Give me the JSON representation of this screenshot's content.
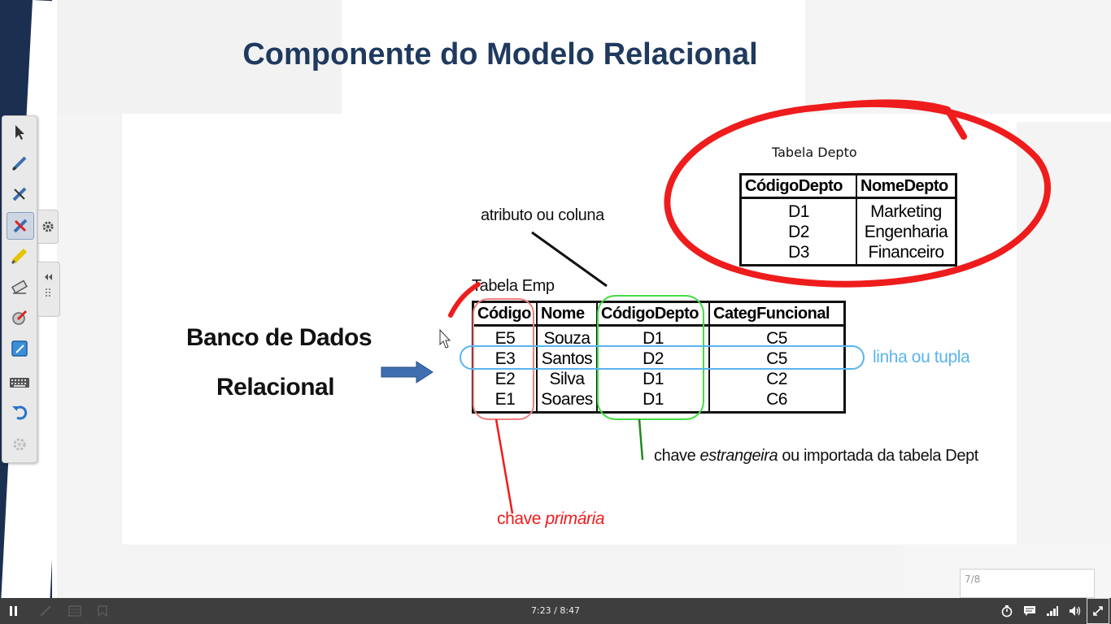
{
  "slide": {
    "title": "Componente do Modelo Relacional",
    "left_label_line1": "Banco de Dados",
    "left_label_line2": "Relacional",
    "attr_label": "atributo ou coluna",
    "emp_table_title": "Tabela Emp",
    "depto_table_title": "Tabela Depto",
    "row_label": "linha ou tupla",
    "fk_label_pre": "chave ",
    "fk_label_em": "estrangeira",
    "fk_label_post": " ou importada da tabela Dept",
    "pk_label_pre": "chave ",
    "pk_label_em": "primária"
  },
  "emp_table": {
    "headers": [
      "Código",
      "Nome",
      "CódigoDepto",
      "CategFuncional"
    ],
    "rows": [
      [
        "E5",
        "Souza",
        "D1",
        "C5"
      ],
      [
        "E3",
        "Santos",
        "D2",
        "C5"
      ],
      [
        "E2",
        "Silva",
        "D1",
        "C2"
      ],
      [
        "E1",
        "Soares",
        "D1",
        "C6"
      ]
    ]
  },
  "depto_table": {
    "headers": [
      "CódigoDepto",
      "NomeDepto"
    ],
    "rows": [
      [
        "D1",
        "Marketing"
      ],
      [
        "D2",
        "Engenharia"
      ],
      [
        "D3",
        "Financeiro"
      ]
    ]
  },
  "page_indicator": "7/8",
  "player": {
    "time": "7:23 / 8:47"
  },
  "colors": {
    "title": "#1f3a5e",
    "annot_red": "#ee1c1c",
    "annot_green": "#44dd44",
    "annot_blue": "#5ab4ee",
    "arrow_blue": "#3f6fb0",
    "control_bar": "#3e3e3e"
  },
  "toolbar_tools": [
    "select-arrow-icon",
    "pen-icon",
    "pen-icon",
    "pen-icon",
    "highlighter-icon",
    "eraser-icon",
    "shape-icon",
    "screen-icon",
    "keyboard-icon",
    "undo-icon",
    "settings-icon"
  ]
}
